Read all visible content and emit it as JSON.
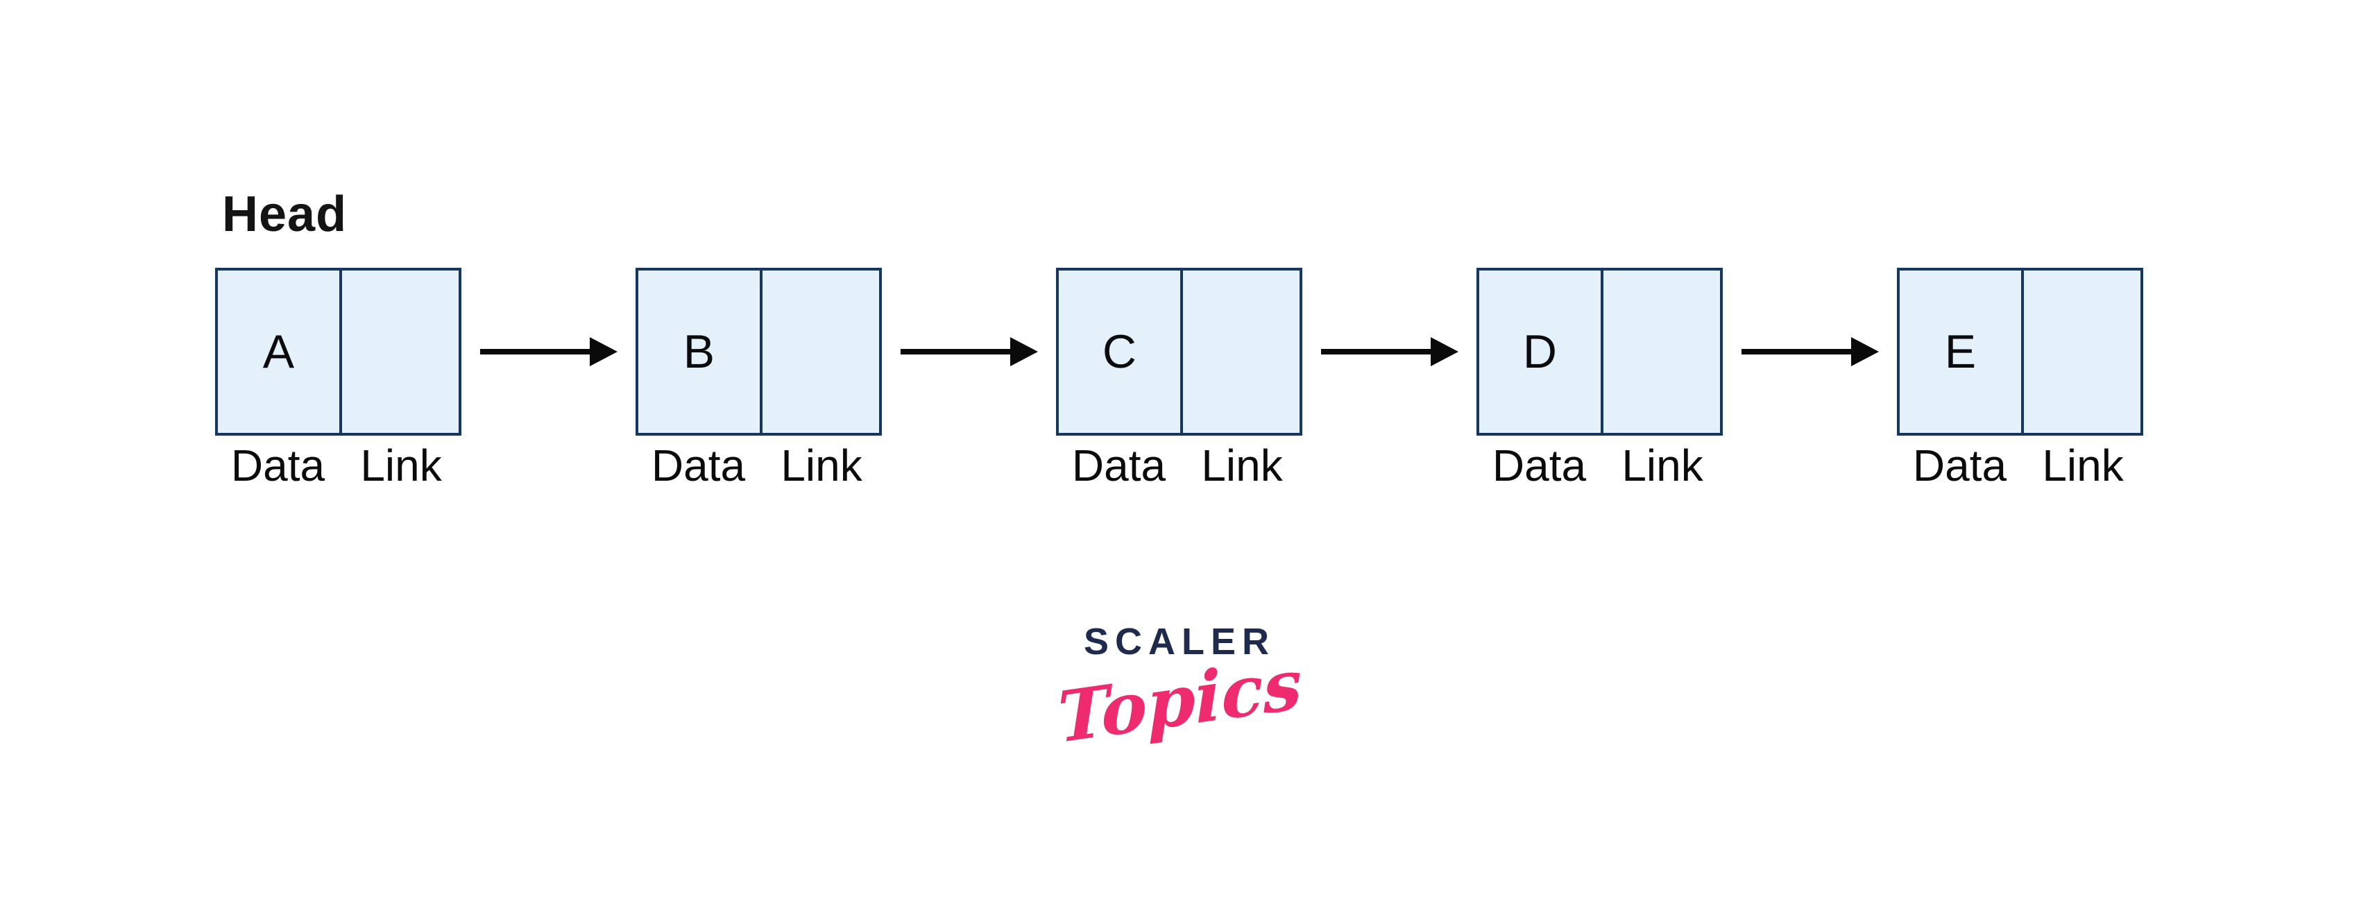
{
  "diagram": {
    "title_semantics": "singly linked list with five nodes",
    "head_label": "Head",
    "cell_labels": {
      "data": "Data",
      "link": "Link"
    },
    "nodes": [
      {
        "value": "A"
      },
      {
        "value": "B"
      },
      {
        "value": "C"
      },
      {
        "value": "D"
      },
      {
        "value": "E"
      }
    ],
    "arrow_count": 4,
    "colors": {
      "node_border": "#16375f",
      "node_fill": "#e4f1fb",
      "arrow": "#0a0a0a",
      "text": "#0d0d0d",
      "logo_navy": "#1e2b4d",
      "logo_pink": "#ed2b6e",
      "bg": "#ffffff"
    }
  },
  "logo": {
    "brand": "SCALER",
    "sub": "Topics"
  }
}
